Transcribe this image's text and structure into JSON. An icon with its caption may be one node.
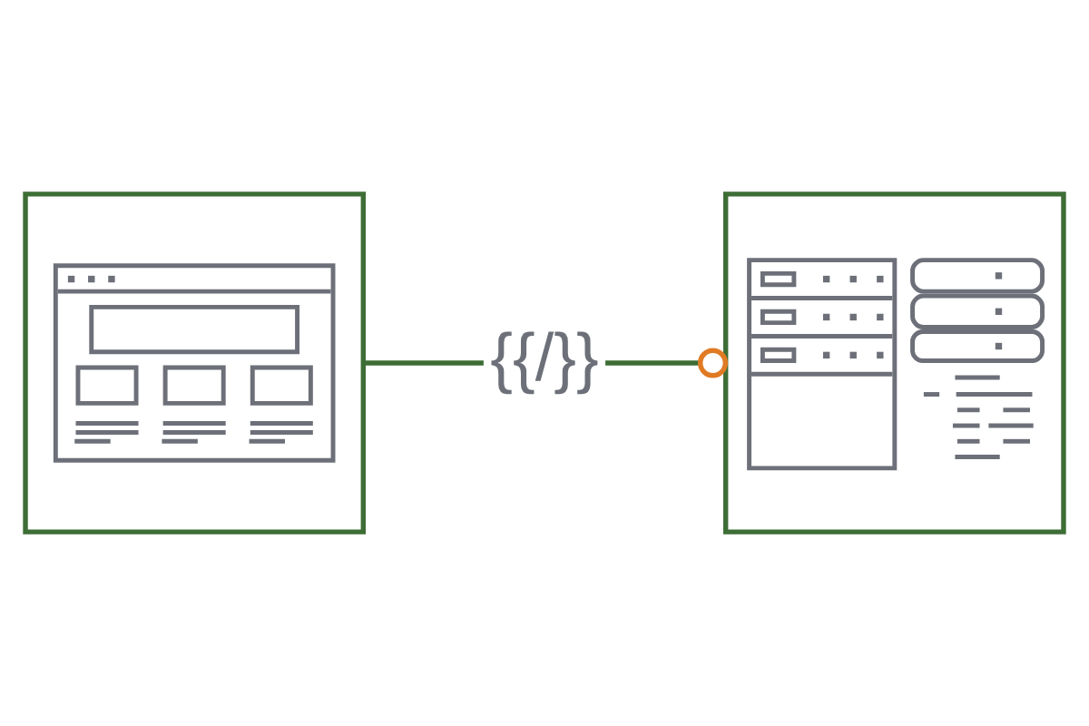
{
  "diagram": {
    "nodes": [
      {
        "text": [],
        "shape": "box"
      },
      {
        "text": [
          "{{/}}"
        ]
      },
      {
        "text": [],
        "shape": "box"
      }
    ],
    "edges": [
      {
        "from": 0,
        "to": 1,
        "arrow": "none"
      },
      {
        "from": 1,
        "to": 2,
        "arrow": "other"
      }
    ]
  }
}
